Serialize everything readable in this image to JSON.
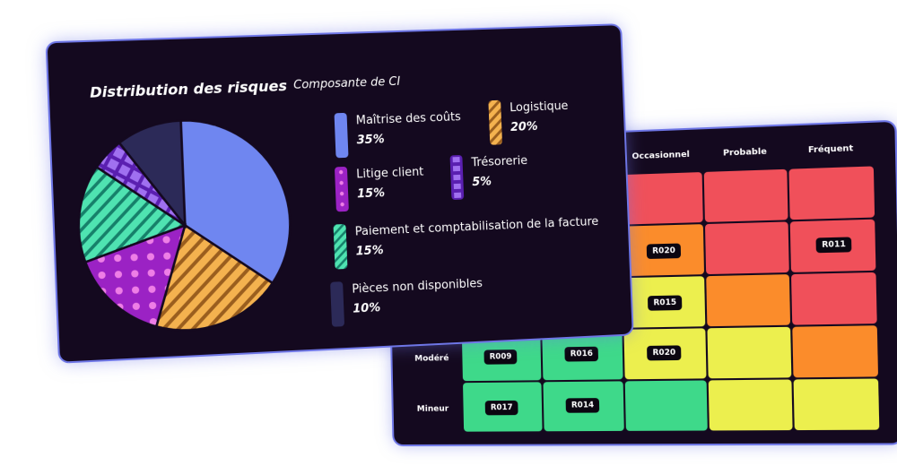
{
  "chart_data": [
    {
      "type": "pie",
      "title": "Distribution des risques",
      "subtitle": "Composante de CI",
      "categories": [
        "Maîtrise des coûts",
        "Logistique",
        "Litige client",
        "Trésorerie",
        "Paiement et comptabilisation de la facture",
        "Pièces non disponibles"
      ],
      "values": [
        35,
        20,
        15,
        5,
        15,
        10
      ],
      "value_labels": [
        "35%",
        "20%",
        "15%",
        "5%",
        "15%",
        "10%"
      ],
      "slice_order": [
        "Maîtrise des coûts",
        "Logistique",
        "Litige client",
        "Paiement et comptabilisation de la facture",
        "Trésorerie",
        "Pièces non disponibles"
      ],
      "colors": {
        "Maîtrise des coûts": "#6f86f0",
        "Logistique": "#f4b24f",
        "Litige client": "#9b22c4",
        "Trésorerie": "#7a3ad6",
        "Paiement et comptabilisation de la facture": "#4fe3b1",
        "Pièces non disponibles": "#2c2a58"
      },
      "patterns": {
        "Maîtrise des coûts": "solid",
        "Logistique": "diagonal-stripes",
        "Litige client": "dots",
        "Trésorerie": "squares",
        "Paiement et comptabilisation de la facture": "diagonal-stripes",
        "Pièces non disponibles": "solid"
      },
      "legend_position": "right"
    },
    {
      "type": "heatmap",
      "columns": [
        "Occasionnel",
        "Probable",
        "Fréquent"
      ],
      "rows": [
        "Modéré",
        "Mineur"
      ],
      "cell_colors": {
        "red": "#f0505a",
        "orange": "#fb8c2b",
        "yellow": "#ecef4e",
        "green": "#3ed98a"
      },
      "grid": [
        [
          "red",
          "red",
          "red"
        ],
        [
          "orange",
          "red",
          "red"
        ],
        [
          "yellow",
          "orange",
          "red"
        ],
        [
          "green",
          "green",
          "yellow",
          "yellow",
          "orange"
        ],
        [
          "green",
          "green",
          "green",
          "yellow",
          "yellow"
        ]
      ],
      "tags": [
        "R020",
        "R011",
        "R015",
        "R009",
        "R016",
        "R020",
        "R017",
        "R014"
      ]
    }
  ]
}
